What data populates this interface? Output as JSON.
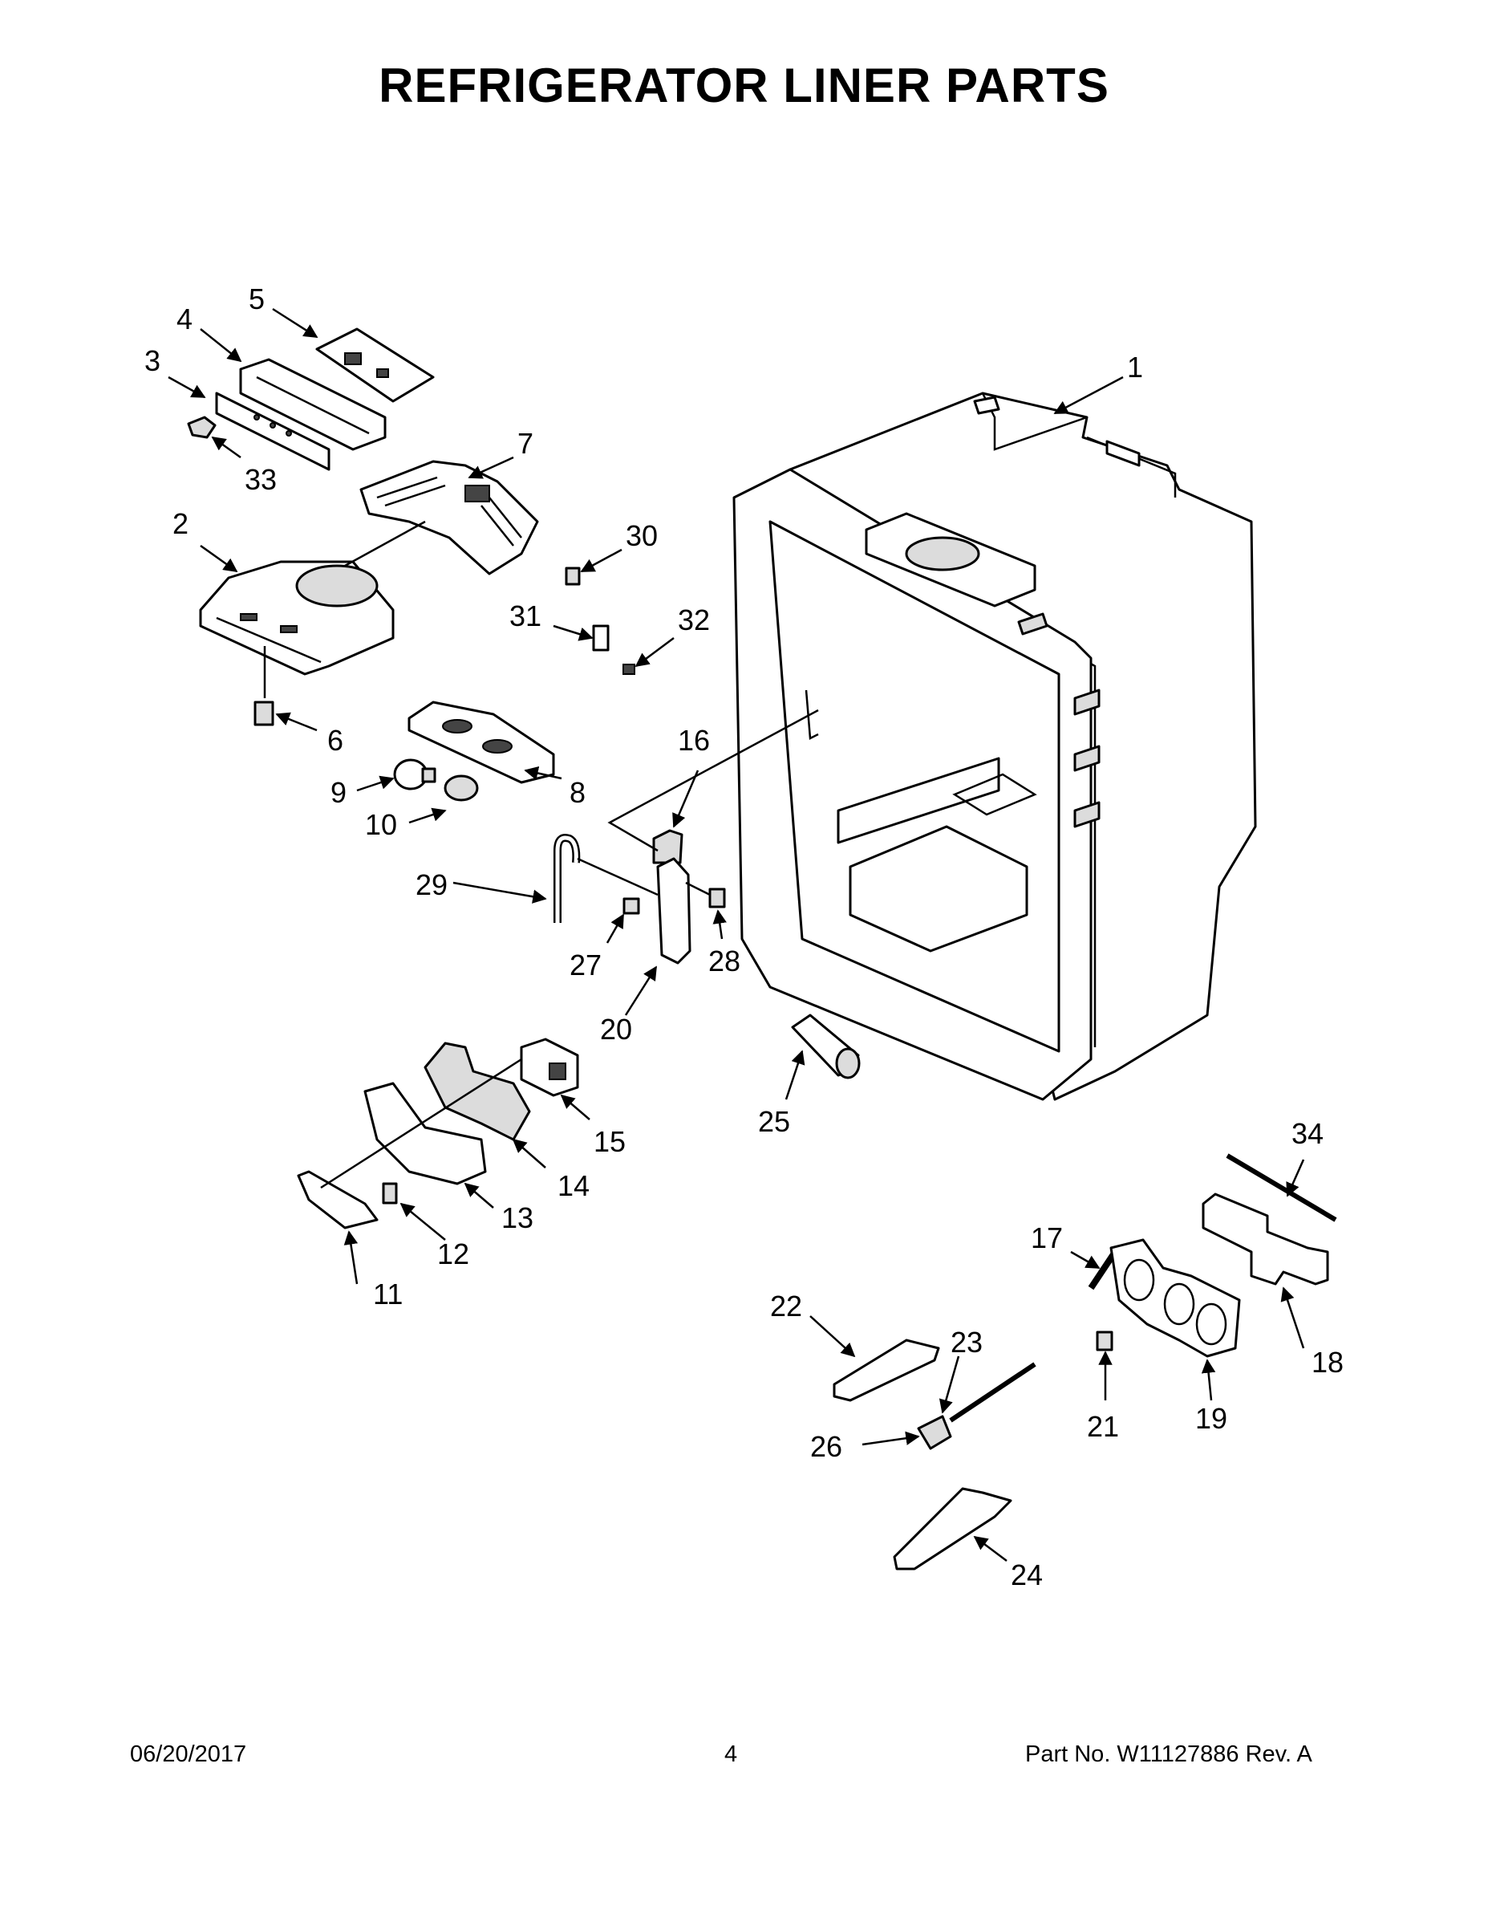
{
  "title": "REFRIGERATOR LINER PARTS",
  "footer": {
    "date": "06/20/2017",
    "page": "4",
    "part_no": "Part No.  W11127886  Rev.  A"
  },
  "callouts": [
    "1",
    "2",
    "3",
    "4",
    "5",
    "6",
    "7",
    "8",
    "9",
    "10",
    "11",
    "12",
    "13",
    "14",
    "15",
    "16",
    "17",
    "18",
    "19",
    "20",
    "21",
    "22",
    "23",
    "24",
    "25",
    "26",
    "27",
    "28",
    "29",
    "30",
    "31",
    "32",
    "33",
    "34"
  ]
}
